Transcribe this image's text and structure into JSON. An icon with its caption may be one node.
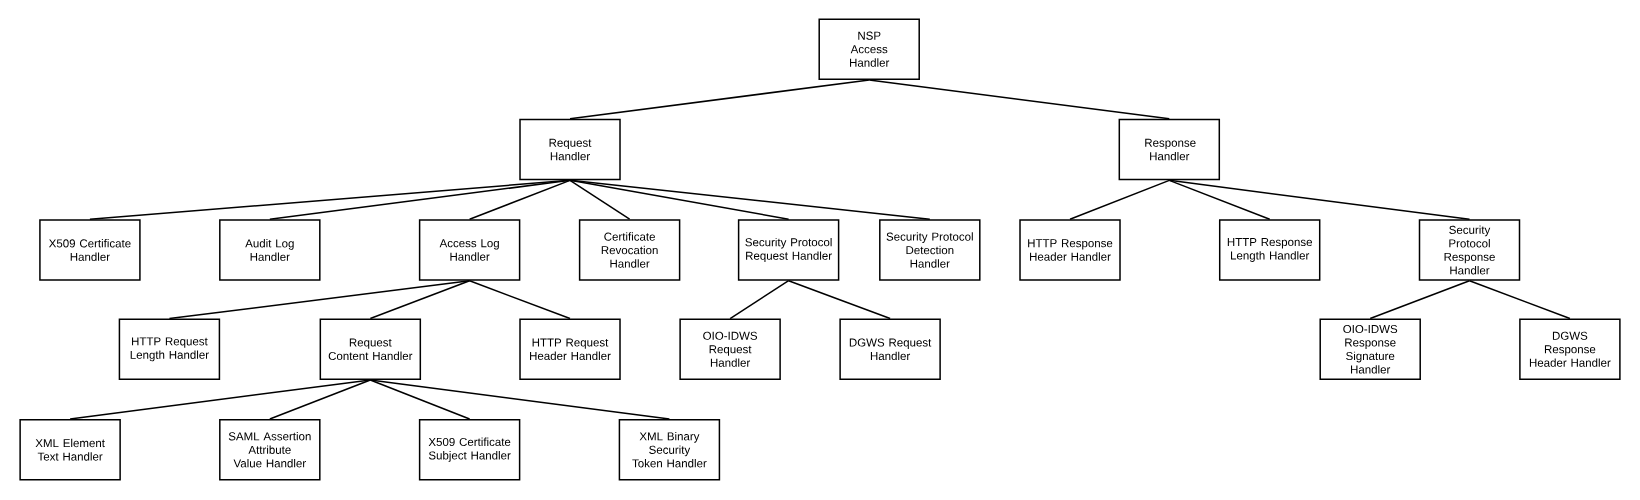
{
  "diagram": {
    "nodes": [
      {
        "text": [
          "NSP Access Handler"
        ]
      },
      {
        "text": [
          "Request Handler"
        ]
      },
      {
        "text": [
          "Response Handler"
        ]
      },
      {
        "text": [
          "X509 Certificate Handler"
        ]
      },
      {
        "text": [
          "Audit Log Handler"
        ]
      },
      {
        "text": [
          "Access Log Handler"
        ]
      },
      {
        "text": [
          "Certificate Revocation Handler"
        ]
      },
      {
        "text": [
          "Security Protocol Request Handler"
        ]
      },
      {
        "text": [
          "Security Protocol Detection Handler"
        ]
      },
      {
        "text": [
          "HTTP Response Header Handler"
        ]
      },
      {
        "text": [
          "HTTP Response Length Handler"
        ]
      },
      {
        "text": [
          "Security Protocol Response Handler"
        ]
      },
      {
        "text": [
          "HTTP Request Length Handler"
        ]
      },
      {
        "text": [
          "Request Content Handler"
        ]
      },
      {
        "text": [
          "HTTP Request Header Handler"
        ]
      },
      {
        "text": [
          "OIO-IDWS Request Handler"
        ]
      },
      {
        "text": [
          "DGWS Request Handler"
        ]
      },
      {
        "text": [
          "OIO-IDWS Response Signature Handler"
        ]
      },
      {
        "text": [
          "DGWS Response Header Handler"
        ]
      },
      {
        "text": [
          "XML Element Text Handler"
        ]
      },
      {
        "text": [
          "SAML Assertion Attribute Value Handler"
        ]
      },
      {
        "text": [
          "X509 Certificate Subject Handler"
        ]
      },
      {
        "text": [
          "XML Binary Security Token Handler"
        ]
      }
    ],
    "edges": [
      {
        "from": 0,
        "to": 1,
        "arrow": "none"
      },
      {
        "from": 0,
        "to": 2,
        "arrow": "none"
      },
      {
        "from": 1,
        "to": 3,
        "arrow": "none"
      },
      {
        "from": 1,
        "to": 4,
        "arrow": "none"
      },
      {
        "from": 1,
        "to": 5,
        "arrow": "none"
      },
      {
        "from": 1,
        "to": 6,
        "arrow": "none"
      },
      {
        "from": 1,
        "to": 7,
        "arrow": "none"
      },
      {
        "from": 1,
        "to": 8,
        "arrow": "none"
      },
      {
        "from": 2,
        "to": 9,
        "arrow": "none"
      },
      {
        "from": 2,
        "to": 10,
        "arrow": "none"
      },
      {
        "from": 2,
        "to": 11,
        "arrow": "none"
      },
      {
        "from": 5,
        "to": 12,
        "arrow": "none"
      },
      {
        "from": 5,
        "to": 13,
        "arrow": "none"
      },
      {
        "from": 5,
        "to": 14,
        "arrow": "none"
      },
      {
        "from": 7,
        "to": 15,
        "arrow": "none"
      },
      {
        "from": 7,
        "to": 16,
        "arrow": "none"
      },
      {
        "from": 11,
        "to": 17,
        "arrow": "none"
      },
      {
        "from": 11,
        "to": 18,
        "arrow": "none"
      },
      {
        "from": 13,
        "to": 19,
        "arrow": "none"
      },
      {
        "from": 13,
        "to": 20,
        "arrow": "none"
      },
      {
        "from": 13,
        "to": 21,
        "arrow": "none"
      },
      {
        "from": 13,
        "to": 22,
        "arrow": "none"
      }
    ]
  }
}
